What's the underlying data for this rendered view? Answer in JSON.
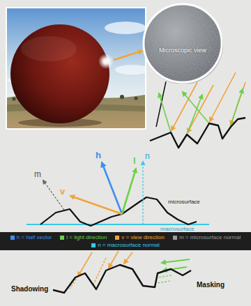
{
  "diagram": {
    "nodes": [
      {
        "text": [
          "Microscopic view"
        ]
      }
    ],
    "labels": [
      "h",
      "l",
      "v",
      "m",
      "n",
      "microsurface",
      "macrosurface",
      "Shadowing",
      "Masking"
    ],
    "legend": [
      {
        "text": "h = half vector",
        "color": "#3d8ef0"
      },
      {
        "text": "l = light direction",
        "color": "#6bd14a"
      },
      {
        "text": "v = view direction",
        "color": "#f2a33a"
      },
      {
        "text": "m = microsurface normal",
        "color": "#9a9a9a"
      },
      {
        "text": "n = macrosurface normal",
        "color": "#3cc8e6"
      }
    ]
  }
}
